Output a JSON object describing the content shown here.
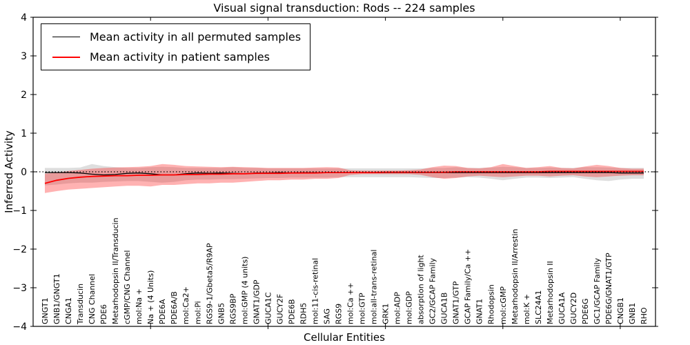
{
  "title": "Visual signal transduction: Rods -- 224 samples",
  "legend": {
    "position": "upper left",
    "entries": [
      {
        "label": "Mean activity in all permuted samples",
        "color": "#000000",
        "line_width": 1.5
      },
      {
        "label": "Mean activity in patient samples",
        "color": "#ff0000",
        "line_width": 2
      }
    ]
  },
  "chart_data": {
    "type": "line",
    "title": "Visual signal transduction: Rods -- 224 samples",
    "xlabel": "Cellular Entities",
    "ylabel": "Inferred Activity",
    "xlim": [
      0,
      53
    ],
    "ylim": [
      -4,
      4
    ],
    "yticklabels": [
      "4",
      "3",
      "2",
      "1",
      "0",
      "−1",
      "−2",
      "−3",
      "−4"
    ],
    "x_major_ticks": [
      10,
      20,
      30,
      40,
      50
    ],
    "grid": false,
    "legend_position": "upper left",
    "zero_line_style": "dotted",
    "categories": [
      "GNGT1",
      "GNB1/GNGT1",
      "CNGA1",
      "Transducin",
      "CNG Channel",
      "PDE6",
      "Metarhodopsin II/Transducin",
      "cGMP/CNG Channel",
      "mol:Na +",
      "Na + (4 Units)",
      "PDE6A",
      "PDE6A/B",
      "mol:Ca2+",
      "mol:Pi",
      "RGS9-1/Gbeta5/R9AP",
      "GNB5",
      "RGS9BP",
      "mol:GMP (4 units)",
      "GNAT1/GDP",
      "GUCA1C",
      "GUCY2F",
      "PDE6B",
      "RDH5",
      "mol:11-cis-retinal",
      "SAG",
      "RGS9",
      "mol:Ca ++",
      "mol:GTP",
      "mol:all-trans-retinal",
      "GRK1",
      "mol:ADP",
      "mol:GDP",
      "absorption of light",
      "GC2/GCAP Family",
      "GUCA1B",
      "GNAT1/GTP",
      "GCAP Family/Ca ++",
      "GNAT1",
      "Rhodopsin",
      "mol:cGMP",
      "Metarhodopsin II/Arrestin",
      "mol:K +",
      "SLC24A1",
      "Metarhodopsin II",
      "GUCA1A",
      "GUCY2D",
      "PDE6G",
      "GC1/GCAP Family",
      "PDE6G/GNAT1/GTP",
      "CNGB1",
      "GNB1",
      "RHO"
    ],
    "series": [
      {
        "name": "Mean activity in all permuted samples",
        "color": "#000000",
        "line_width": 1.3,
        "band_color": "#000000",
        "band_opacity": 0.13,
        "values": [
          -0.02,
          -0.02,
          -0.02,
          -0.03,
          -0.06,
          -0.08,
          -0.07,
          -0.04,
          -0.03,
          -0.05,
          -0.08,
          -0.08,
          -0.05,
          -0.03,
          -0.04,
          -0.03,
          -0.04,
          -0.05,
          -0.03,
          -0.03,
          -0.02,
          -0.03,
          -0.02,
          -0.02,
          -0.02,
          -0.02,
          -0.02,
          -0.02,
          -0.02,
          -0.02,
          -0.02,
          -0.02,
          -0.02,
          -0.02,
          -0.02,
          -0.02,
          -0.02,
          -0.02,
          -0.02,
          -0.02,
          -0.02,
          -0.02,
          -0.02,
          -0.02,
          -0.02,
          -0.02,
          -0.02,
          -0.02,
          -0.02,
          -0.03,
          -0.03,
          -0.03
        ],
        "band_upper": [
          0.1,
          0.1,
          0.1,
          0.11,
          0.2,
          0.15,
          0.12,
          0.1,
          0.1,
          0.12,
          0.13,
          0.12,
          0.1,
          0.1,
          0.1,
          0.1,
          0.12,
          0.1,
          0.1,
          0.09,
          0.09,
          0.09,
          0.09,
          0.09,
          0.09,
          0.09,
          0.09,
          0.09,
          0.09,
          0.09,
          0.09,
          0.09,
          0.09,
          0.1,
          0.1,
          0.12,
          0.1,
          0.1,
          0.11,
          0.13,
          0.12,
          0.1,
          0.1,
          0.11,
          0.1,
          0.1,
          0.12,
          0.12,
          0.11,
          0.1,
          0.1,
          0.1
        ],
        "band_lower": [
          -0.35,
          -0.33,
          -0.3,
          -0.28,
          -0.28,
          -0.26,
          -0.25,
          -0.24,
          -0.24,
          -0.26,
          -0.28,
          -0.26,
          -0.22,
          -0.2,
          -0.2,
          -0.19,
          -0.19,
          -0.18,
          -0.17,
          -0.16,
          -0.16,
          -0.15,
          -0.15,
          -0.15,
          -0.15,
          -0.14,
          -0.14,
          -0.14,
          -0.14,
          -0.14,
          -0.14,
          -0.14,
          -0.15,
          -0.16,
          -0.16,
          -0.15,
          -0.14,
          -0.15,
          -0.18,
          -0.22,
          -0.18,
          -0.15,
          -0.15,
          -0.16,
          -0.15,
          -0.14,
          -0.18,
          -0.22,
          -0.24,
          -0.2,
          -0.18,
          -0.18
        ]
      },
      {
        "name": "Mean activity in patient samples",
        "color": "#ff0000",
        "line_width": 1.8,
        "band_color": "#ff0000",
        "band_opacity": 0.3,
        "values": [
          -0.3,
          -0.22,
          -0.17,
          -0.14,
          -0.12,
          -0.11,
          -0.1,
          -0.1,
          -0.09,
          -0.09,
          -0.08,
          -0.08,
          -0.07,
          -0.07,
          -0.06,
          -0.06,
          -0.05,
          -0.05,
          -0.04,
          -0.04,
          -0.04,
          -0.03,
          -0.03,
          -0.03,
          -0.02,
          -0.02,
          -0.02,
          -0.02,
          -0.02,
          -0.01,
          -0.01,
          -0.01,
          -0.01,
          -0.01,
          -0.01,
          0.0,
          0.0,
          0.0,
          0.0,
          0.0,
          0.0,
          0.0,
          0.0,
          0.01,
          0.01,
          0.01,
          0.01,
          0.01,
          0.01,
          0.01,
          0.01,
          0.01
        ],
        "band_upper": [
          -0.05,
          -0.02,
          0.02,
          0.05,
          0.08,
          0.1,
          0.11,
          0.12,
          0.13,
          0.15,
          0.2,
          0.18,
          0.15,
          0.14,
          0.13,
          0.12,
          0.13,
          0.12,
          0.11,
          0.1,
          0.1,
          0.1,
          0.1,
          0.11,
          0.12,
          0.11,
          0.04,
          0.03,
          0.03,
          0.03,
          0.03,
          0.04,
          0.06,
          0.12,
          0.16,
          0.15,
          0.1,
          0.09,
          0.12,
          0.2,
          0.15,
          0.1,
          0.12,
          0.15,
          0.1,
          0.09,
          0.14,
          0.18,
          0.15,
          0.1,
          0.08,
          0.08
        ],
        "band_lower": [
          -0.55,
          -0.5,
          -0.46,
          -0.44,
          -0.42,
          -0.4,
          -0.38,
          -0.36,
          -0.36,
          -0.38,
          -0.34,
          -0.34,
          -0.32,
          -0.3,
          -0.3,
          -0.28,
          -0.28,
          -0.26,
          -0.24,
          -0.22,
          -0.22,
          -0.2,
          -0.2,
          -0.18,
          -0.18,
          -0.16,
          -0.08,
          -0.06,
          -0.06,
          -0.06,
          -0.06,
          -0.06,
          -0.08,
          -0.14,
          -0.18,
          -0.16,
          -0.12,
          -0.1,
          -0.12,
          -0.14,
          -0.12,
          -0.1,
          -0.1,
          -0.12,
          -0.1,
          -0.09,
          -0.12,
          -0.14,
          -0.12,
          -0.1,
          -0.09,
          -0.09
        ]
      }
    ]
  }
}
